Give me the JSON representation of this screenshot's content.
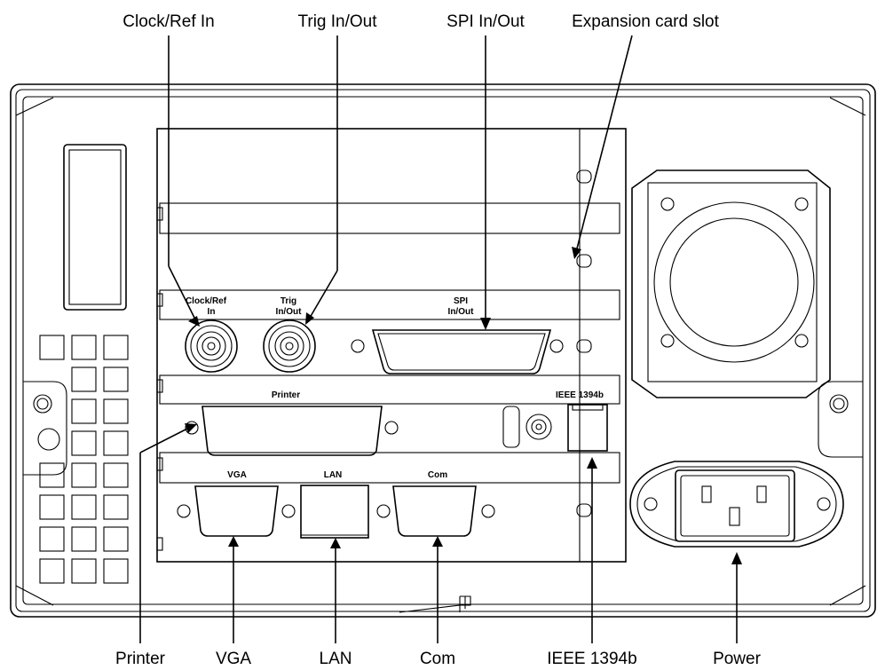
{
  "callouts": {
    "clock_ref_in": "Clock/Ref In",
    "trig_in_out": "Trig In/Out",
    "spi_in_out": "SPI In/Out",
    "expansion_card_slot": "Expansion card slot",
    "printer": "Printer",
    "vga": "VGA",
    "lan": "LAN",
    "com": "Com",
    "ieee_1394b": "IEEE 1394b",
    "power": "Power"
  },
  "panel_labels": {
    "clock_ref_line1": "Clock/Ref",
    "clock_ref_line2": "In",
    "trig_line1": "Trig",
    "trig_line2": "In/Out",
    "spi_line1": "SPI",
    "spi_line2": "In/Out",
    "printer": "Printer",
    "ieee_1394b": "IEEE 1394b",
    "vga": "VGA",
    "lan": "LAN",
    "com": "Com"
  }
}
